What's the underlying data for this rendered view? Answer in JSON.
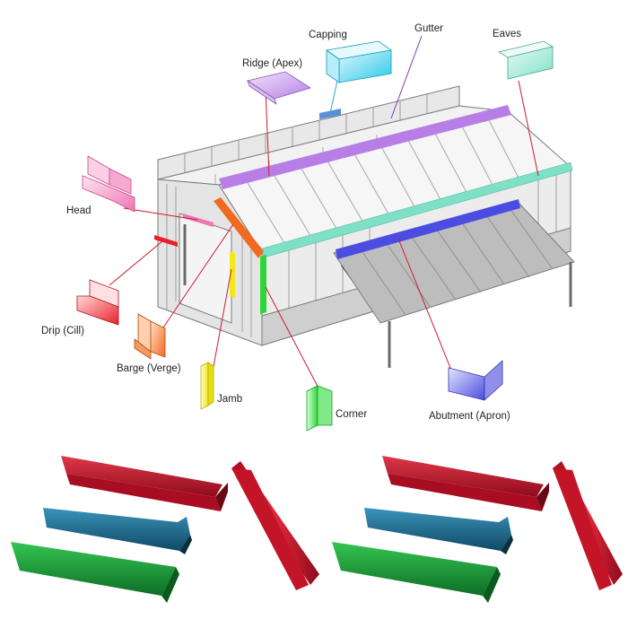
{
  "diagram": {
    "labels": {
      "capping": "Capping",
      "gutter": "Gutter",
      "eaves": "Eaves",
      "ridge": "Ridge (Apex)",
      "head": "Head",
      "drip": "Drip (Cill)",
      "barge": "Barge (Verge)",
      "jamb": "Jamb",
      "corner": "Corner",
      "abutment": "Abutment (Apron)"
    },
    "colors": {
      "capping": "#29c9e8",
      "gutter": "#5b8fd6",
      "eaves": "#7fe0c8",
      "ridge": "#b77fe6",
      "head": "#f075b5",
      "drip": "#e8202a",
      "barge": "#f26a1f",
      "jamb": "#f2e81a",
      "corner": "#2cd63a",
      "abutment": "#4b4de0"
    }
  },
  "products": {
    "colors": {
      "red": "#c8102e",
      "blue": "#1f6f95",
      "green": "#1aa33a"
    }
  }
}
